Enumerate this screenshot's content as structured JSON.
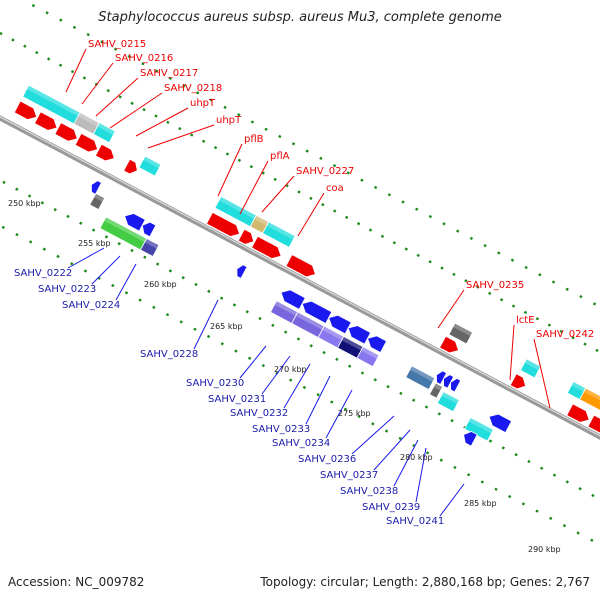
{
  "title": "Staphylococcus aureus subsp. aureus Mu3, complete genome",
  "footer": {
    "accession": "Accession: NC_009782",
    "topology": "Topology: circular; Length: 2,880,168 bp; Genes: 2,767"
  },
  "colors": {
    "forward_cds": "#ee0000",
    "reverse_cds": "#1a1aee",
    "feature_cyan": "#22dddd",
    "backbone": "#888888",
    "tick": "#1a8a1a"
  },
  "ticks": [
    "250 kbp",
    "255 kbp",
    "260 kbp",
    "265 kbp",
    "270 kbp",
    "275 kbp",
    "280 kbp",
    "285 kbp",
    "290 kbp"
  ],
  "labels_forward": [
    "SAHV_0215",
    "SAHV_0216",
    "SAHV_0217",
    "SAHV_0218",
    "uhpT",
    "uhpT",
    "pflB",
    "pflA",
    "SAHV_0227",
    "coa",
    "SAHV_0235",
    "lctE",
    "SAHV_0242"
  ],
  "labels_reverse": [
    "SAHV_0222",
    "SAHV_0223",
    "SAHV_0224",
    "SAHV_0228",
    "SAHV_0230",
    "SAHV_0231",
    "SAHV_0232",
    "SAHV_0233",
    "SAHV_0234",
    "SAHV_0236",
    "SAHV_0237",
    "SAHV_0238",
    "SAHV_0239",
    "SAHV_0241"
  ]
}
